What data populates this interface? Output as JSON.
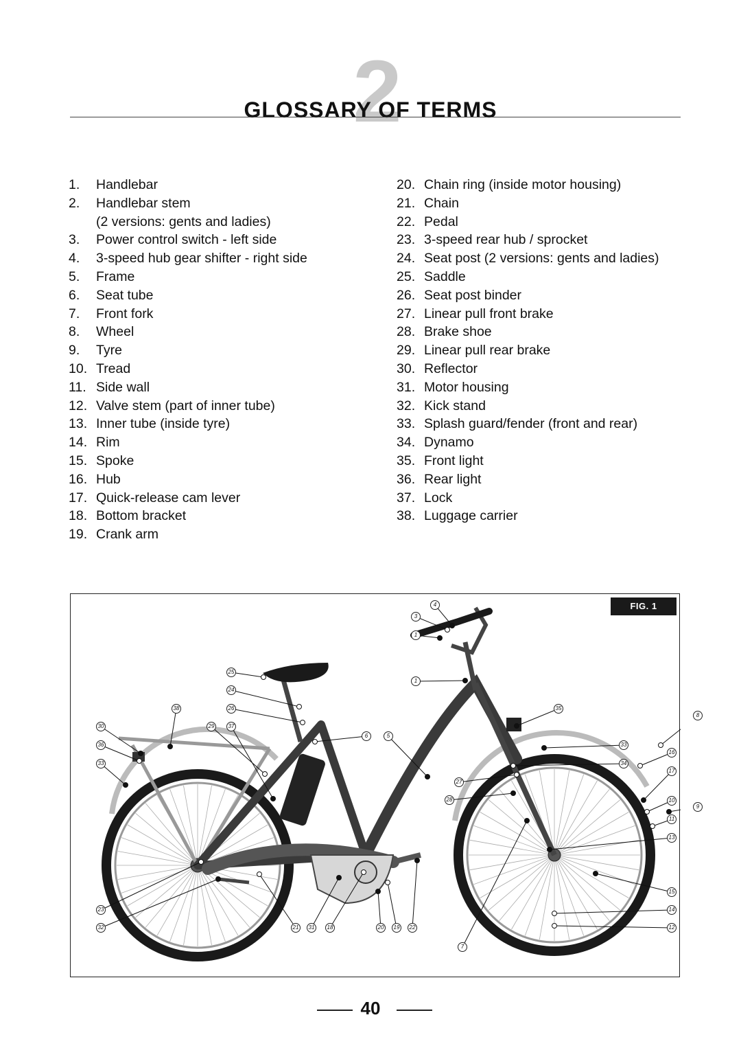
{
  "header": {
    "chapter_number": "2",
    "title": "GLOSSARY OF TERMS"
  },
  "glossary": {
    "left": [
      {
        "num": "1.",
        "term": "Handlebar"
      },
      {
        "num": "2.",
        "term": "Handlebar stem"
      },
      {
        "num": "",
        "term": "(2 versions: gents and ladies)"
      },
      {
        "num": "3.",
        "term": "Power control switch - left side"
      },
      {
        "num": "4.",
        "term": "3-speed hub gear shifter - right side"
      },
      {
        "num": "5.",
        "term": "Frame"
      },
      {
        "num": "6.",
        "term": "Seat tube"
      },
      {
        "num": "7.",
        "term": "Front fork"
      },
      {
        "num": "8.",
        "term": "Wheel"
      },
      {
        "num": "9.",
        "term": "Tyre"
      },
      {
        "num": "10.",
        "term": "Tread"
      },
      {
        "num": "11.",
        "term": "Side wall"
      },
      {
        "num": "12.",
        "term": "Valve stem (part of inner tube)"
      },
      {
        "num": "13.",
        "term": "Inner tube (inside tyre)"
      },
      {
        "num": "14.",
        "term": "Rim"
      },
      {
        "num": "15.",
        "term": "Spoke"
      },
      {
        "num": "16.",
        "term": "Hub"
      },
      {
        "num": "17.",
        "term": "Quick-release cam lever"
      },
      {
        "num": "18.",
        "term": "Bottom bracket"
      },
      {
        "num": "19.",
        "term": "Crank arm"
      }
    ],
    "right": [
      {
        "num": "20.",
        "term": "Chain ring (inside motor housing)"
      },
      {
        "num": "21.",
        "term": "Chain"
      },
      {
        "num": "22.",
        "term": "Pedal"
      },
      {
        "num": "23.",
        "term": "3-speed rear hub / sprocket"
      },
      {
        "num": "24.",
        "term": "Seat post (2 versions: gents and ladies)"
      },
      {
        "num": "25.",
        "term": "Saddle"
      },
      {
        "num": "26.",
        "term": "Seat post binder"
      },
      {
        "num": "27.",
        "term": "Linear pull front brake"
      },
      {
        "num": "28.",
        "term": "Brake shoe"
      },
      {
        "num": "29.",
        "term": "Linear pull rear brake"
      },
      {
        "num": "30.",
        "term": "Reflector"
      },
      {
        "num": "31.",
        "term": "Motor housing"
      },
      {
        "num": "32.",
        "term": "Kick stand"
      },
      {
        "num": "33.",
        "term": "Splash guard/fender (front and rear)"
      },
      {
        "num": "34.",
        "term": "Dynamo"
      },
      {
        "num": "35.",
        "term": "Front light"
      },
      {
        "num": "36.",
        "term": "Rear light"
      },
      {
        "num": "37.",
        "term": "Lock"
      },
      {
        "num": "38.",
        "term": "Luggage carrier"
      }
    ]
  },
  "figure": {
    "label": "FIG. 1",
    "callouts": [
      "4",
      "3",
      "1",
      "25",
      "1",
      "24",
      "38",
      "26",
      "35",
      "8",
      "30",
      "29",
      "37",
      "6",
      "5",
      "36",
      "33",
      "16",
      "33",
      "34",
      "17",
      "27",
      "28",
      "10",
      "9",
      "11",
      "13",
      "23",
      "15",
      "14",
      "32",
      "21",
      "31",
      "18",
      "20",
      "19",
      "22",
      "12",
      "7"
    ]
  },
  "footer": {
    "page_number": "40"
  }
}
